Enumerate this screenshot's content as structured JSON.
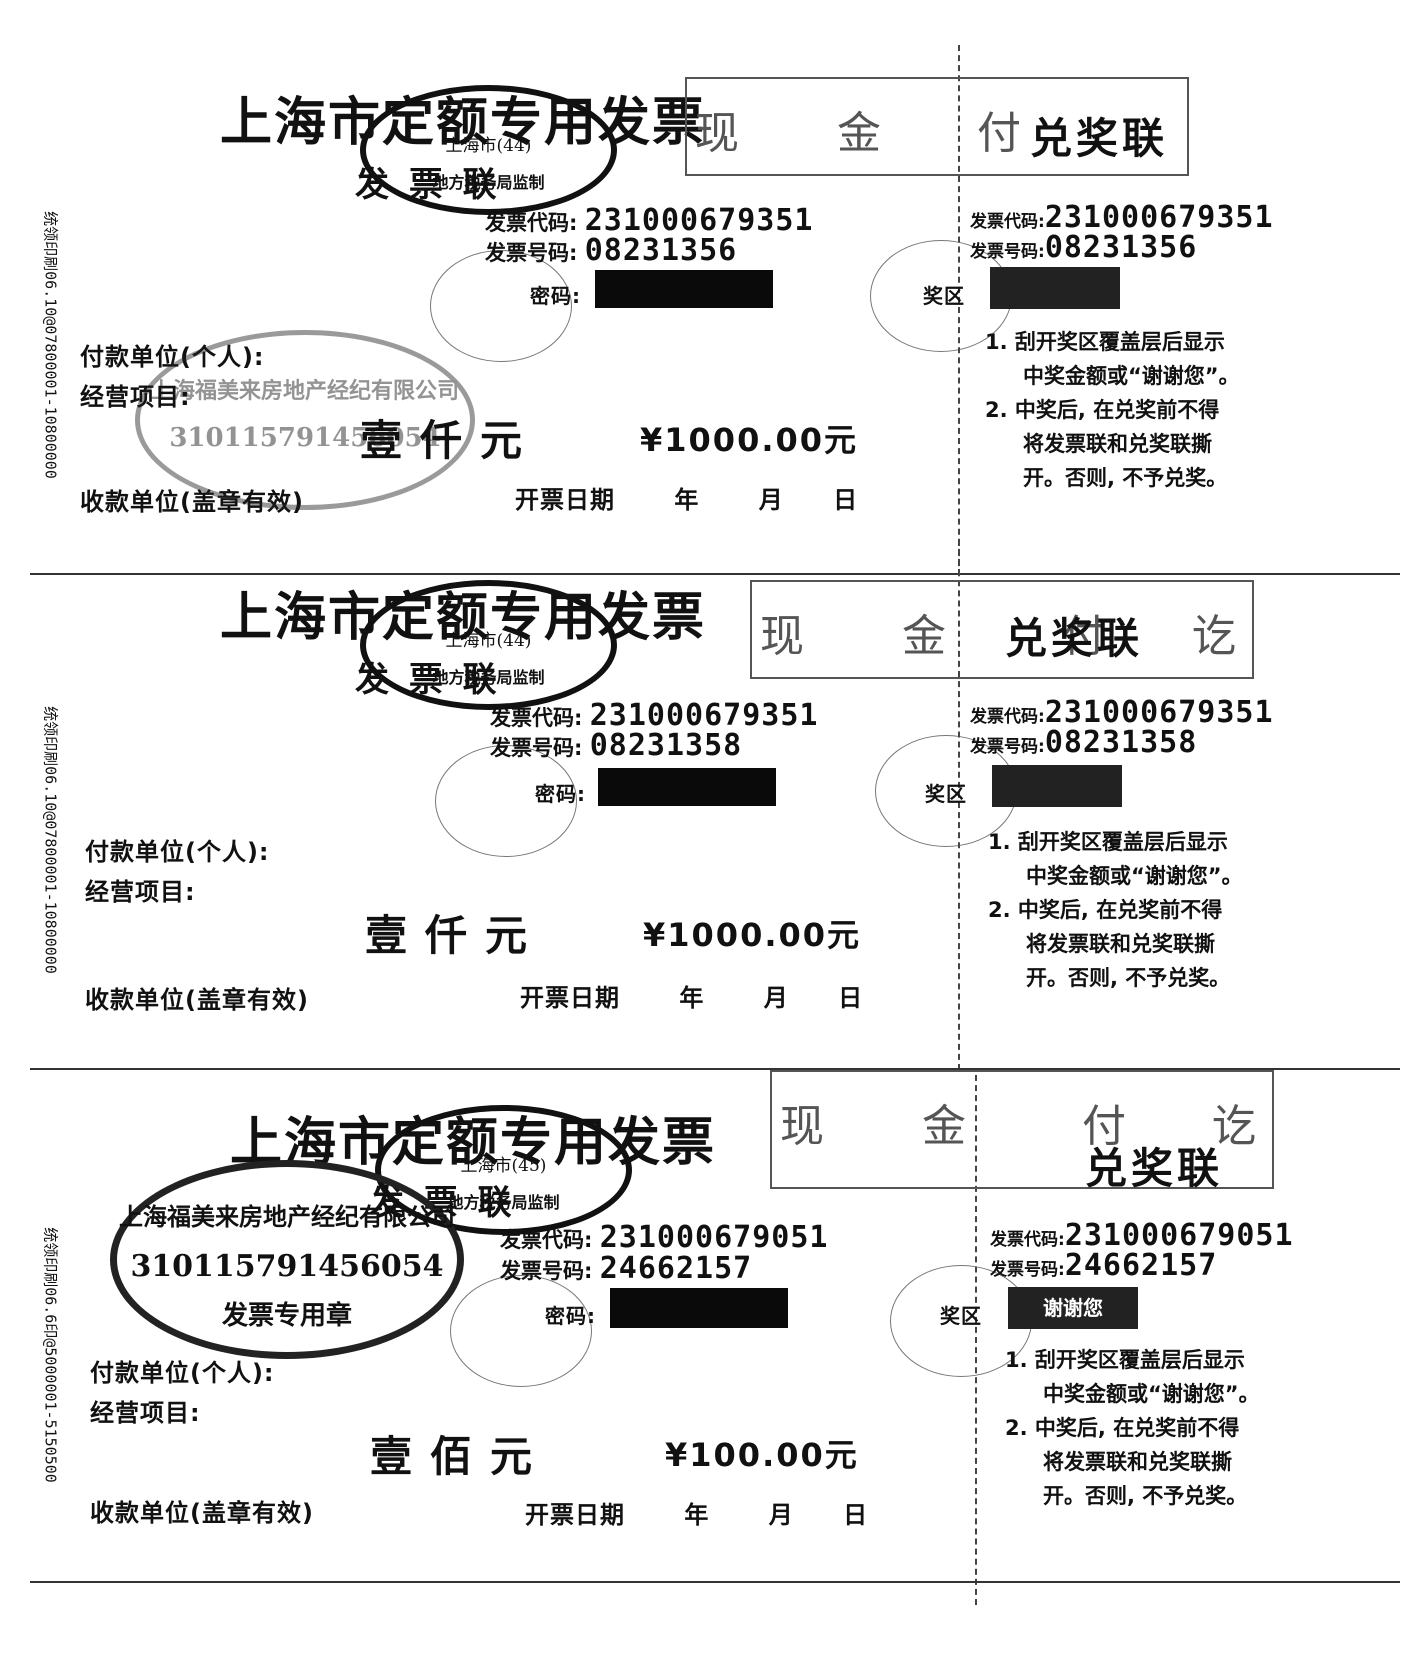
{
  "tickets": [
    {
      "side_text": "统领印刷06.10@07800001-10800000",
      "title": "上海市定额专用发票",
      "copy": "发  票  联",
      "tax_seal_city": "上海市(44)",
      "tax_seal_bureau": "地方税务局监制",
      "cash_chars": [
        "现",
        "金",
        "付"
      ],
      "stub_copy": "兑奖联",
      "code_label": "发票代码:",
      "code": "231000679351",
      "number_label": "发票号码:",
      "number": "08231356",
      "password_label": "密码:",
      "prize_label": "奖区",
      "payer_label": "付款单位(个人):",
      "item_label": "经营项目:",
      "amount_cn": "壹仟元",
      "amount_num": "¥1000.00元",
      "payee_label": "收款单位(盖章有效)",
      "date_label": "开票日期",
      "year": "年",
      "month": "月",
      "day": "日",
      "notes": [
        "1. 刮开奖区覆盖层后显示",
        "中奖金额或“谢谢您”。",
        "2. 中奖后, 在兑奖前不得",
        "将发票联和兑奖联撕",
        "开。否则, 不予兑奖。"
      ],
      "company_seal": {
        "name": "上海福美来房地产经纪有限公司",
        "tax_id": "310115791456054"
      }
    },
    {
      "side_text": "统领印刷06.10@07800001-10800000",
      "title": "上海市定额专用发票",
      "copy": "发  票  联",
      "tax_seal_city": "上海市(44)",
      "tax_seal_bureau": "地方税务局监制",
      "cash_chars": [
        "现",
        "金",
        "付",
        "讫"
      ],
      "stub_copy": "兑奖联",
      "code_label": "发票代码:",
      "code": "231000679351",
      "number_label": "发票号码:",
      "number": "08231358",
      "password_label": "密码:",
      "prize_label": "奖区",
      "payer_label": "付款单位(个人):",
      "item_label": "经营项目:",
      "amount_cn": "壹仟元",
      "amount_num": "¥1000.00元",
      "payee_label": "收款单位(盖章有效)",
      "date_label": "开票日期",
      "year": "年",
      "month": "月",
      "day": "日",
      "notes": [
        "1. 刮开奖区覆盖层后显示",
        "中奖金额或“谢谢您”。",
        "2. 中奖后, 在兑奖前不得",
        "将发票联和兑奖联撕",
        "开。否则, 不予兑奖。"
      ]
    },
    {
      "side_text": "统领印刷06.6印@5000001-5150500",
      "title": "上海市定额专用发票",
      "copy": "发  票  联",
      "tax_seal_city": "上海市(45)",
      "tax_seal_bureau": "地方税务局监制",
      "cash_chars": [
        "现",
        "金",
        "付",
        "讫"
      ],
      "stub_copy": "兑奖联",
      "code_label": "发票代码:",
      "code": "231000679051",
      "number_label": "发票号码:",
      "number": "24662157",
      "password_label": "密码:",
      "prize_label": "奖区",
      "prize_text": "谢谢您",
      "payer_label": "付款单位(个人):",
      "item_label": "经营项目:",
      "amount_cn": "壹佰元",
      "amount_num": "¥100.00元",
      "payee_label": "收款单位(盖章有效)",
      "date_label": "开票日期",
      "year": "年",
      "month": "月",
      "day": "日",
      "notes": [
        "1. 刮开奖区覆盖层后显示",
        "中奖金额或“谢谢您”。",
        "2. 中奖后, 在兑奖前不得",
        "将发票联和兑奖联撕",
        "开。否则, 不予兑奖。"
      ],
      "company_seal": {
        "name": "上海福美来房地产经纪有限公司",
        "tax_id": "310115791456054",
        "purpose": "发票专用章"
      }
    }
  ]
}
